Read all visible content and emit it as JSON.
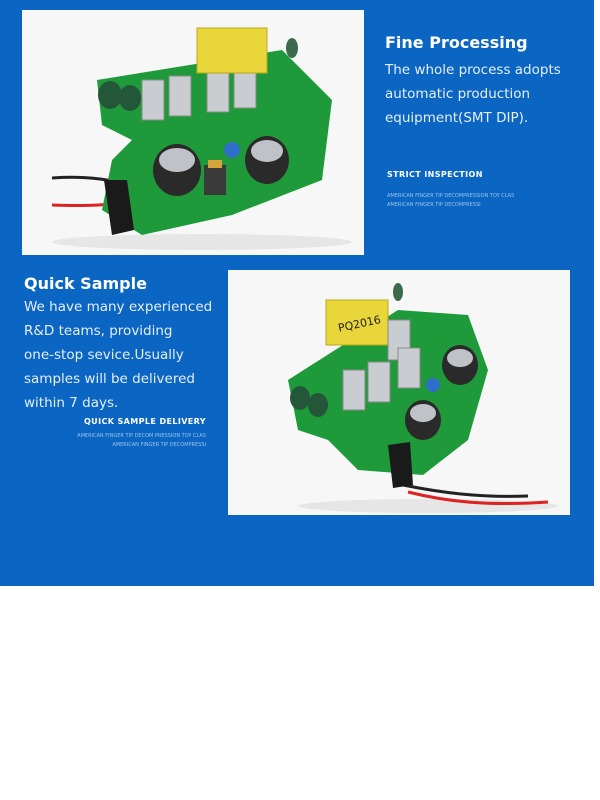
{
  "colors": {
    "panel_blue": "#0a66c2",
    "pcb_green": "#1f9a3a",
    "transformer_yellow": "#e8d63a"
  },
  "section_fine": {
    "title": "Fine Processing",
    "body_lines": [
      "The whole process adopts",
      "automatic production",
      "equipment(SMT DIP)."
    ],
    "subheading": "STRICT INSPECTION",
    "fine_lines": [
      "AMERICAN FINGER TIP DECOMPRESSION TOY CLAS",
      "AMERICAN FINGER TIP DECOMPRESSI"
    ],
    "image_icon": "pcb-power-board-photo"
  },
  "section_quick": {
    "title": "Quick Sample",
    "body_lines": [
      "We have many experienced",
      "R&D teams, providing",
      "one-stop sevice.Usually",
      "samples will be delivered",
      "within 7 days."
    ],
    "subheading": "QUICK SAMPLE DELIVERY",
    "fine_lines": [
      "AMERICAN FINGER TIP DECOM PRESSION TOY CLAS",
      "AMERICAN FINGER TIP DECOMPRESSI"
    ],
    "image_icon": "pcb-power-board-photo",
    "transformer_label": "PQ2016"
  }
}
